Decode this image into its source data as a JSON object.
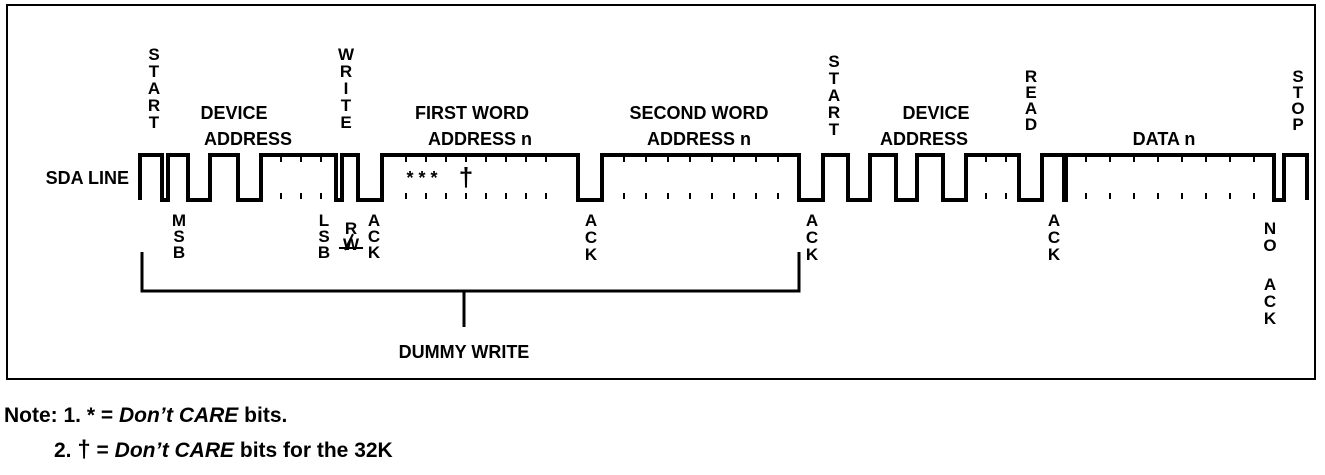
{
  "diagram": {
    "sda_label": "SDA LINE",
    "labels_above": {
      "start1": "START",
      "device_address1_line1": "DEVICE",
      "device_address1_line2": "ADDRESS",
      "write": "WRITE",
      "first_word_line1": "FIRST WORD",
      "first_word_line2": "ADDRESS n",
      "second_word_line1": "SECOND WORD",
      "second_word_line2": "ADDRESS n",
      "start2": "START",
      "device_address2_line1": "DEVICE",
      "device_address2_line2": "ADDRESS",
      "read": "READ",
      "data": "DATA n",
      "stop": "STOP"
    },
    "labels_below": {
      "msb": "MSB",
      "lsb": "LSB",
      "rw": "RW",
      "ack1": "ACK",
      "ack2": "ACK",
      "ack3": "ACK",
      "ack4": "ACK",
      "no": "NO",
      "no_ack": "ACK"
    },
    "dont_care_marks": "* * *",
    "dagger_mark": "†",
    "dummy_write": "DUMMY WRITE"
  },
  "notes": {
    "note1_prefix": "Note: 1. * = ",
    "note1_italic": "Don’t CARE",
    "note1_suffix": " bits.",
    "note2_prefix": "2. ",
    "note2_symbol": "†",
    "note2_eq": " = ",
    "note2_italic": "Don’t CARE",
    "note2_suffix": " bits for the 32K"
  }
}
